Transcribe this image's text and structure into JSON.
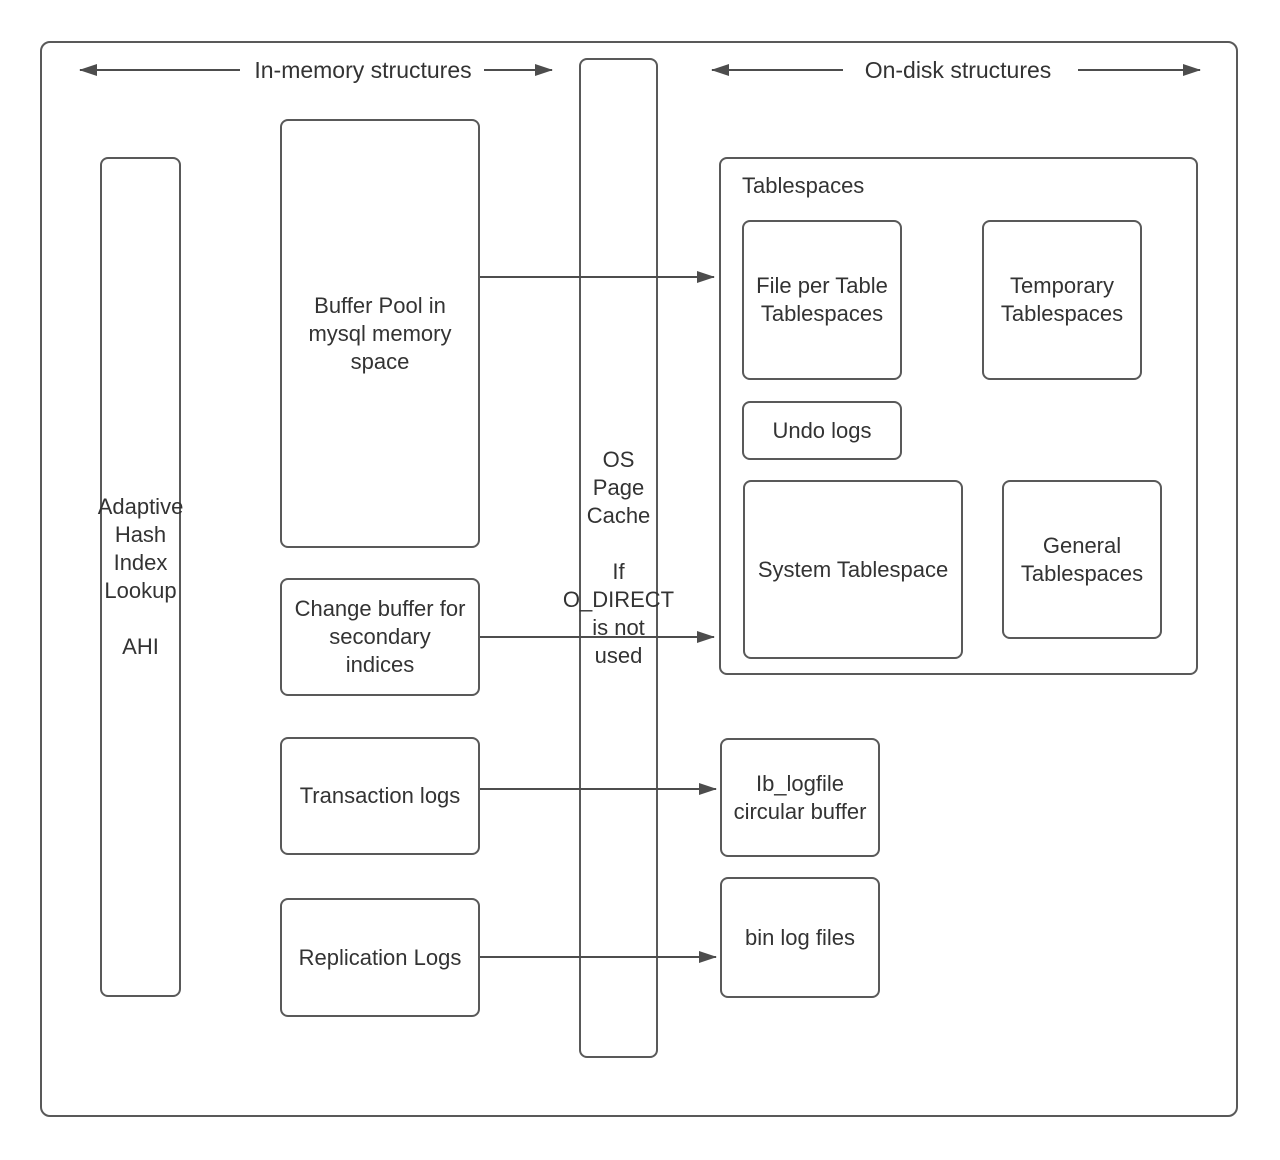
{
  "diagram": {
    "header": {
      "in_memory_label": "In-memory structures",
      "on_disk_label": "On-disk structures"
    },
    "nodes": {
      "ahi": "Adaptive\nHash\nIndex\nLookup\n\nAHI",
      "buffer_pool": "Buffer Pool in\nmysql memory\nspace",
      "change_buffer": "Change buffer for\nsecondary\nindices",
      "transaction_logs": "Transaction logs",
      "replication_logs": "Replication Logs",
      "os_page_cache": "OS\nPage\nCache\n\nIf\nO_DIRECT\nis not\nused",
      "tablespaces_title": "Tablespaces",
      "file_per_table": "File per Table\nTablespaces",
      "temporary_tablespaces": "Temporary\nTablespaces",
      "undo_logs": "Undo logs",
      "system_tablespace": "System Tablespace",
      "general_tablespaces": "General\nTablespaces",
      "ib_logfile": "Ib_logfile\ncircular buffer",
      "bin_log_files": "bin log files"
    },
    "colors": {
      "box_border": "#595959",
      "arrow": "#4d4d4d",
      "text": "#333333",
      "background": "#ffffff"
    }
  }
}
